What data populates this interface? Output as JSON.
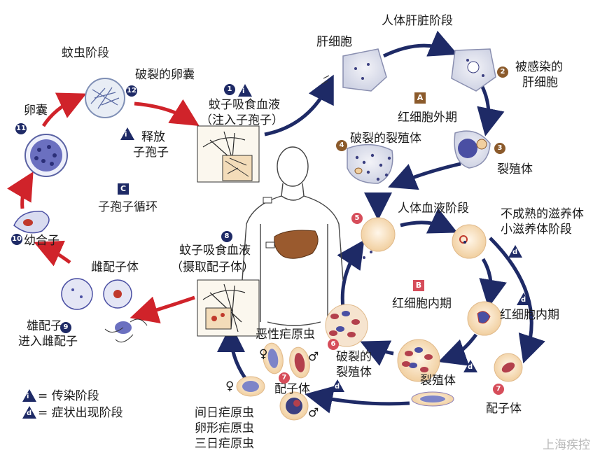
{
  "colors": {
    "liver_blue": "#1e2a66",
    "mosquito_red": "#d0232a",
    "cell": "#f4d9b4",
    "parasite": "#4a4fa3",
    "badge_brown": "#8b5a2b",
    "badge_pink": "#d64d5a"
  },
  "stages": {
    "mosquito": "蚊虫阶段",
    "liver": "人体肝脏阶段",
    "blood": "人体血液阶段",
    "exo": "红细胞外期",
    "endo": "红细胞内期",
    "sporo": "子孢子循环"
  },
  "sq_labels": {
    "A": "A",
    "B": "B",
    "C": "C"
  },
  "labels": {
    "ruptured_oocyst": "破裂的卵囊",
    "oocyst": "卵囊",
    "release_1": "释放",
    "release_2": "子孢子",
    "bite1_1": "蚊子吸食血液",
    "bite1_2": "（注入子孢子）",
    "hepatocyte": "肝细胞",
    "infected_1": "被感染的",
    "infected_2": "肝细胞",
    "ruptured_schizont_top": "破裂的裂殖体",
    "schizont_liver": "裂殖体",
    "immature_1": "不成熟的滋养体",
    "immature_2": "小滋养体阶段",
    "ookinete": "幼合子",
    "macro": "雌配子体",
    "micro_1": "雄配子",
    "micro_2": "进入雌配子",
    "bite2_1": "蚊子吸食血液",
    "bite2_2": "（摄取配子体）",
    "endo_right": "红细胞内期",
    "falciparum": "恶性疟原虫",
    "ruptured_schizont_1": "破裂的",
    "ruptured_schizont_2": "裂殖体",
    "schizont_blood": "裂殖体",
    "gametocyte_mid": "配子体",
    "gametocyte_right": "配子体",
    "vivax": "间日疟原虫",
    "ovale": "卵形疟原虫",
    "malariae": "三日疟原虫",
    "female": "♀",
    "male": "♂"
  },
  "legend": {
    "infective": "= 传染阶段",
    "diagnostic": "= 症状出现阶段",
    "i": "i",
    "d": "d"
  },
  "numbers": {
    "n1": "1",
    "n2": "2",
    "n3": "3",
    "n4": "4",
    "n5": "5",
    "n6": "6",
    "n7": "7",
    "n7b": "7",
    "n8": "8",
    "n9": "9",
    "n10": "10",
    "n11": "11",
    "n12": "12"
  },
  "watermark": "上海疾控"
}
